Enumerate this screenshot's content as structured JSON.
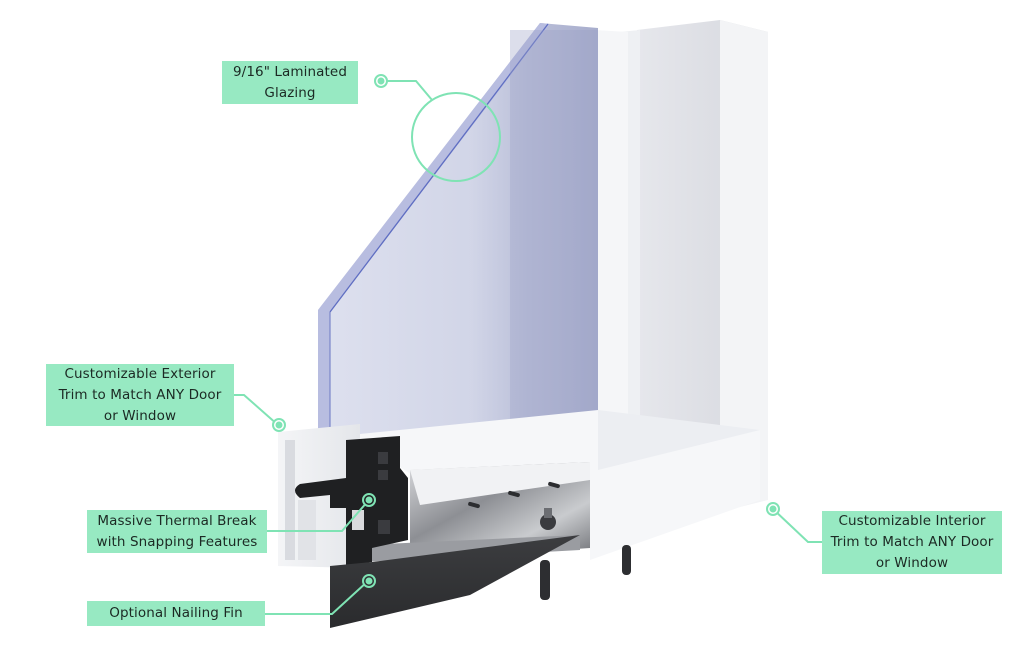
{
  "diagram": {
    "subject": "Window frame cross-section (cutaway corner)",
    "accent_color": "#97e9c2",
    "leader_color": "#7fe3b4",
    "callouts": [
      {
        "id": "glazing",
        "lines": [
          "9/16\" Laminated",
          "Glazing"
        ]
      },
      {
        "id": "exterior",
        "lines": [
          "Customizable Exterior",
          "Trim to Match ANY Door",
          "or Window"
        ]
      },
      {
        "id": "thermal",
        "lines": [
          "Massive Thermal Break",
          "with Snapping Features"
        ]
      },
      {
        "id": "fin",
        "lines": [
          "Optional Nailing Fin"
        ]
      },
      {
        "id": "interior",
        "lines": [
          "Customizable Interior",
          "Trim to Match ANY Door",
          "or Window"
        ]
      }
    ]
  }
}
